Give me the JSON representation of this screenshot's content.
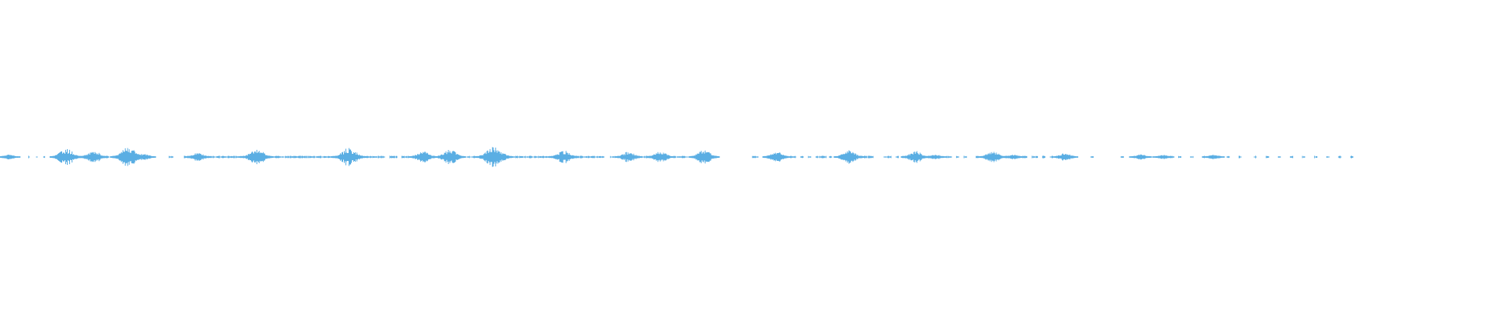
{
  "waveform": {
    "color": "#5AAEE3",
    "duration_fraction_rendered": 0.72,
    "segments": [
      [
        0.0,
        0.003
      ],
      [
        0.005,
        0.006
      ],
      [
        0.019,
        0.02
      ],
      [
        0.024,
        0.025
      ],
      [
        0.029,
        0.03
      ],
      [
        0.036,
        0.072
      ],
      [
        0.073,
        0.088
      ],
      [
        0.089,
        0.097
      ],
      [
        0.112,
        0.115
      ],
      [
        0.122,
        0.131
      ],
      [
        0.137,
        0.175
      ],
      [
        0.177,
        0.255
      ],
      [
        0.258,
        0.263
      ],
      [
        0.266,
        0.273
      ],
      [
        0.276,
        0.283
      ],
      [
        0.286,
        0.288
      ],
      [
        0.291,
        0.295
      ],
      [
        0.298,
        0.3
      ],
      [
        0.303,
        0.306
      ],
      [
        0.309,
        0.4
      ],
      [
        0.404,
        0.409
      ],
      [
        0.411,
        0.417
      ],
      [
        0.42,
        0.442
      ],
      [
        0.446,
        0.455
      ],
      [
        0.46,
        0.465
      ],
      [
        0.498,
        0.502
      ],
      [
        0.505,
        0.513
      ],
      [
        0.516,
        0.519
      ],
      [
        0.523,
        0.527
      ],
      [
        0.53,
        0.532
      ],
      [
        0.535,
        0.537
      ],
      [
        0.54,
        0.547
      ],
      [
        0.549,
        0.551
      ],
      [
        0.558,
        0.578
      ],
      [
        0.585,
        0.59
      ],
      [
        0.593,
        0.595
      ],
      [
        0.597,
        0.599
      ],
      [
        0.6,
        0.604
      ],
      [
        0.607,
        0.611
      ],
      [
        0.614,
        0.617
      ],
      [
        0.62,
        0.622
      ],
      [
        0.625,
        0.63
      ],
      [
        0.633,
        0.635
      ],
      [
        0.638,
        0.64
      ],
      [
        0.646,
        0.648
      ],
      [
        0.654,
        0.657
      ],
      [
        0.665,
        0.668
      ],
      [
        0.671,
        0.674
      ],
      [
        0.677,
        0.68
      ],
      [
        0.683,
        0.687
      ],
      [
        0.69,
        0.692
      ],
      [
        0.695,
        0.697
      ],
      [
        0.7,
        0.702
      ],
      [
        0.71,
        0.712
      ],
      [
        0.722,
        0.724
      ],
      [
        0.742,
        0.744
      ],
      [
        0.752,
        0.754
      ],
      [
        0.76,
        0.762
      ],
      [
        0.768,
        0.77
      ],
      [
        0.774,
        0.776
      ],
      [
        0.78,
        0.782
      ],
      [
        0.788,
        0.79
      ],
      [
        0.796,
        0.798
      ],
      [
        0.806,
        0.808
      ],
      [
        0.812,
        0.814
      ],
      [
        0.82,
        0.822
      ],
      [
        0.83,
        0.832
      ],
      [
        0.838,
        0.84
      ],
      [
        0.846,
        0.848
      ],
      [
        0.854,
        0.856
      ],
      [
        0.862,
        0.864
      ],
      [
        0.87,
        0.872
      ],
      [
        0.878,
        0.88
      ],
      [
        0.886,
        0.888
      ],
      [
        0.894,
        0.896
      ]
    ],
    "bursts": [
      {
        "pos": 0.006,
        "amp": 0.1
      },
      {
        "pos": 0.044,
        "amp": 0.45
      },
      {
        "pos": 0.062,
        "amp": 0.35
      },
      {
        "pos": 0.085,
        "amp": 0.55
      },
      {
        "pos": 0.095,
        "amp": 0.18
      },
      {
        "pos": 0.131,
        "amp": 0.22
      },
      {
        "pos": 0.17,
        "amp": 0.45
      },
      {
        "pos": 0.231,
        "amp": 0.5
      },
      {
        "pos": 0.28,
        "amp": 0.3
      },
      {
        "pos": 0.298,
        "amp": 0.42
      },
      {
        "pos": 0.327,
        "amp": 0.6
      },
      {
        "pos": 0.373,
        "amp": 0.35
      },
      {
        "pos": 0.416,
        "amp": 0.28
      },
      {
        "pos": 0.437,
        "amp": 0.3
      },
      {
        "pos": 0.466,
        "amp": 0.38
      },
      {
        "pos": 0.514,
        "amp": 0.28
      },
      {
        "pos": 0.562,
        "amp": 0.36
      },
      {
        "pos": 0.606,
        "amp": 0.32
      },
      {
        "pos": 0.619,
        "amp": 0.12
      },
      {
        "pos": 0.657,
        "amp": 0.32
      },
      {
        "pos": 0.671,
        "amp": 0.1
      },
      {
        "pos": 0.705,
        "amp": 0.2
      },
      {
        "pos": 0.755,
        "amp": 0.12
      },
      {
        "pos": 0.77,
        "amp": 0.08
      },
      {
        "pos": 0.803,
        "amp": 0.1
      }
    ],
    "noise_amp": 0.02
  }
}
